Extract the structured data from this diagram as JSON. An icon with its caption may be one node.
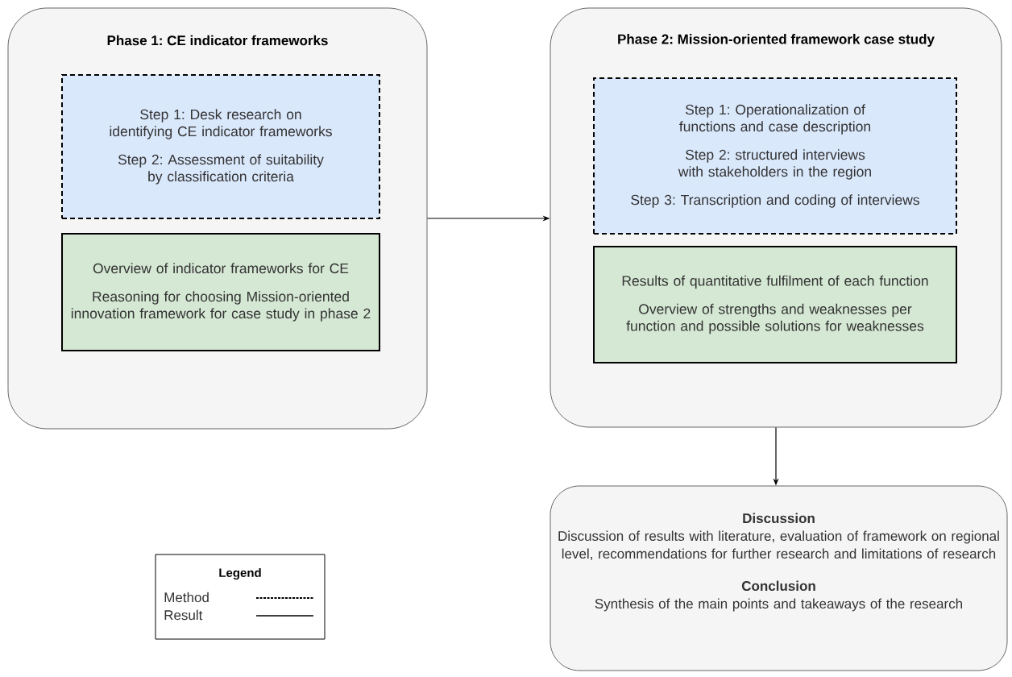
{
  "diagram": {
    "nodes": [
      {
        "text": [
          "Phase 1: CE indicator frameworks"
        ]
      },
      {
        "text": [
          "Step 1: Desk research on identifying CE indicator frameworks",
          "Step 2: Assessment of suitability by classification criteria"
        ],
        "in": 0
      },
      {
        "text": [
          "Overview of indicator frameworks for CE",
          "Reasoning for choosing Mission-oriented innovation framework for case study in phase 2"
        ],
        "in": 0
      },
      {
        "text": [
          "Phase 2: Mission-oriented framework case study"
        ]
      },
      {
        "text": [
          "Step 1: Operationalization of functions and case description",
          "Step 2: structured interviews with stakeholders in the region",
          "Step 3: Transcription and coding of interviews"
        ],
        "in": 3
      },
      {
        "text": [
          "Results of quantitative fulfilment of each function",
          "Overview of strengths and weaknesses per function and possible solutions for weaknesses"
        ],
        "in": 3
      },
      {
        "text": [
          "Discussion",
          "Discussion of results with literature, evaluation of framework on regional level, recommendations for further research and limitations of research",
          "Conclusion",
          "Synthesis of the main points and takeaways of the research"
        ]
      }
    ],
    "edges": [
      {
        "from": 0,
        "to": 3,
        "arrow": "to"
      },
      {
        "from": 3,
        "to": 6,
        "arrow": "to"
      }
    ],
    "labels": [
      "Legend"
    ],
    "legend": [
      {
        "text": "Method"
      },
      {
        "text": "Result"
      }
    ]
  }
}
